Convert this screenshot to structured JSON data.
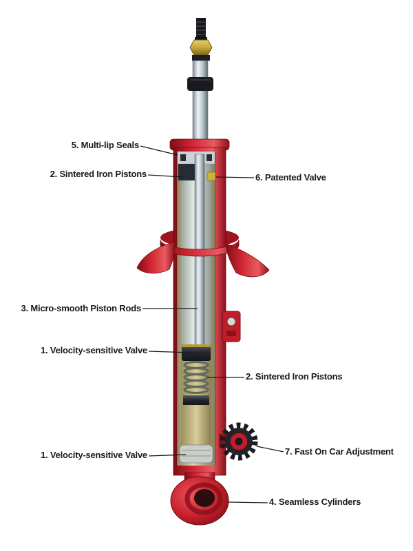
{
  "diagram_type": "shock-absorber-cutaway",
  "labels": {
    "multi_lip_seals": "5. Multi-lip Seals",
    "sintered_iron_pistons_top": "2. Sintered Iron Pistons",
    "patented_valve": "6. Patented Valve",
    "micro_smooth_piston_rods": "3. Micro-smooth Piston Rods",
    "velocity_sensitive_valve_mid": "1. Velocity-sensitive Valve",
    "sintered_iron_pistons_mid": "2. Sintered Iron Pistons",
    "velocity_sensitive_valve_bottom": "1. Velocity-sensitive Valve",
    "fast_on_car_adjustment": "7. Fast On Car Adjustment",
    "seamless_cylinders": "4. Seamless Cylinders"
  },
  "colors": {
    "body_red": "#c1202c",
    "body_red_dark": "#7a0d16",
    "brass_nut": "#c8a83c",
    "chrome_rod": "#c3ced4",
    "reservoir_khaki": "#d8cfa6",
    "oil_tan": "#cdbd8e",
    "dark_metal": "#23262d",
    "valve_yellow": "#c9b23e",
    "label_text": "#1a1a1a",
    "background": "#ffffff"
  }
}
